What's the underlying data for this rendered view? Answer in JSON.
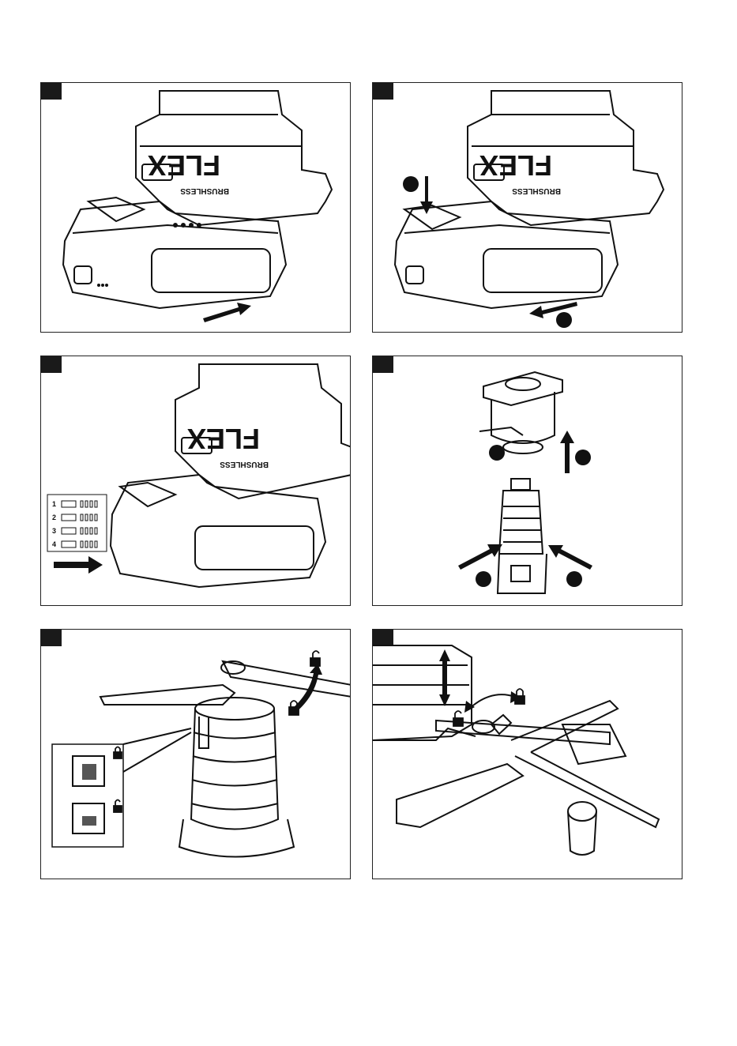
{
  "page": {
    "background": "#ffffff",
    "line_color": "#111111"
  },
  "panels": [
    {
      "id": "p1",
      "brand": "FLEX",
      "subbrand": "BRUSHLESS"
    },
    {
      "id": "p2",
      "brand": "FLEX",
      "subbrand": "BRUSHLESS"
    },
    {
      "id": "p3",
      "brand": "FLEX",
      "subbrand": "BRUSHLESS",
      "legend": [
        "1",
        "2",
        "3",
        "4"
      ]
    },
    {
      "id": "p4"
    },
    {
      "id": "p5"
    },
    {
      "id": "p6"
    }
  ],
  "icons": [
    "arrow-icon",
    "lock-icon",
    "unlock-icon",
    "step-dot-icon"
  ]
}
